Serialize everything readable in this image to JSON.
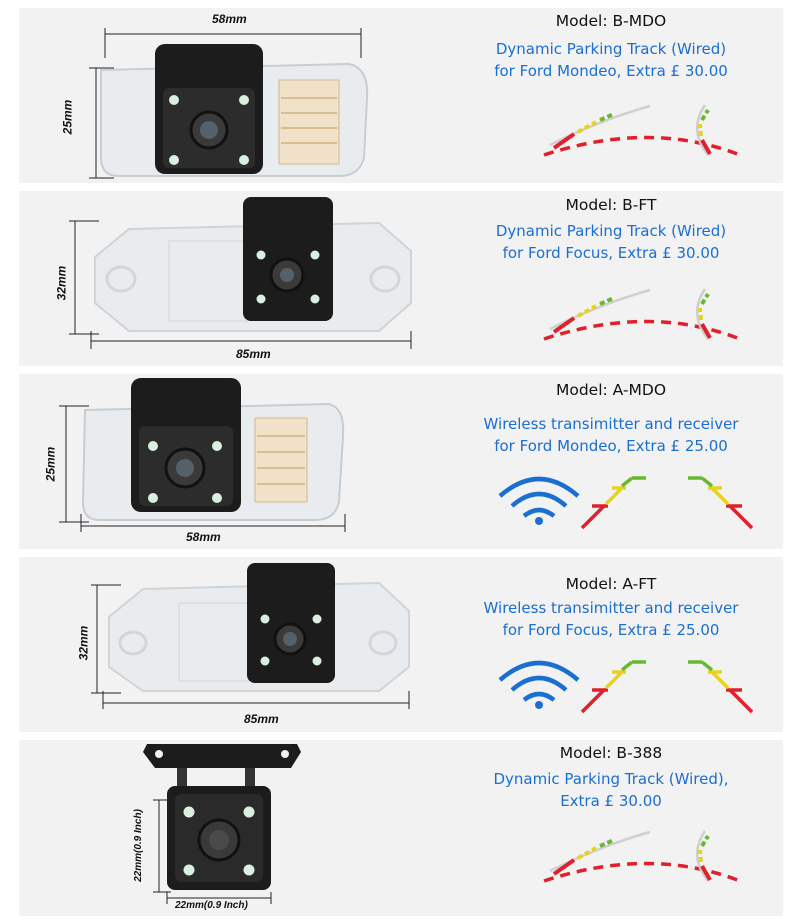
{
  "products": [
    {
      "model": "Model: B-MDO",
      "desc_lines": [
        "Dynamic Parking Track (Wired)",
        "for Ford Mondeo, Extra £ 30.00"
      ],
      "width_dim": "58mm",
      "height_dim": "25mm",
      "accessory": "dynamic-parking-track"
    },
    {
      "model": "Model: B-FT",
      "desc_lines": [
        "Dynamic Parking Track (Wired)",
        "for Ford Focus, Extra £ 30.00"
      ],
      "width_dim": "85mm",
      "height_dim": "32mm",
      "accessory": "dynamic-parking-track"
    },
    {
      "model": "Model: A-MDO",
      "desc_lines": [
        "Wireless transimitter and receiver",
        "for Ford Mondeo, Extra £ 25.00"
      ],
      "width_dim": "58mm",
      "height_dim": "25mm",
      "accessory": "wireless-and-parking-lines"
    },
    {
      "model": "Model: A-FT",
      "desc_lines": [
        "Wireless transimitter and receiver",
        "for Ford Focus, Extra £ 25.00"
      ],
      "width_dim": "85mm",
      "height_dim": "32mm",
      "accessory": "wireless-and-parking-lines"
    },
    {
      "model": "Model: B-388",
      "desc_lines": [
        "Dynamic Parking Track (Wired),",
        "Extra £ 30.00"
      ],
      "width_dim": "22mm(0.9 Inch)",
      "height_dim": "22mm(0.9 Inch)",
      "accessory": "dynamic-parking-track"
    }
  ],
  "colors": {
    "panel_bg": "#f2f2f2",
    "model_text": "#111111",
    "description_text": "#1a6fd0",
    "wifi_blue": "#1a6fd0",
    "guide_red": "#e0202a",
    "guide_yellow": "#e8d21a",
    "guide_green": "#6ab82e"
  }
}
